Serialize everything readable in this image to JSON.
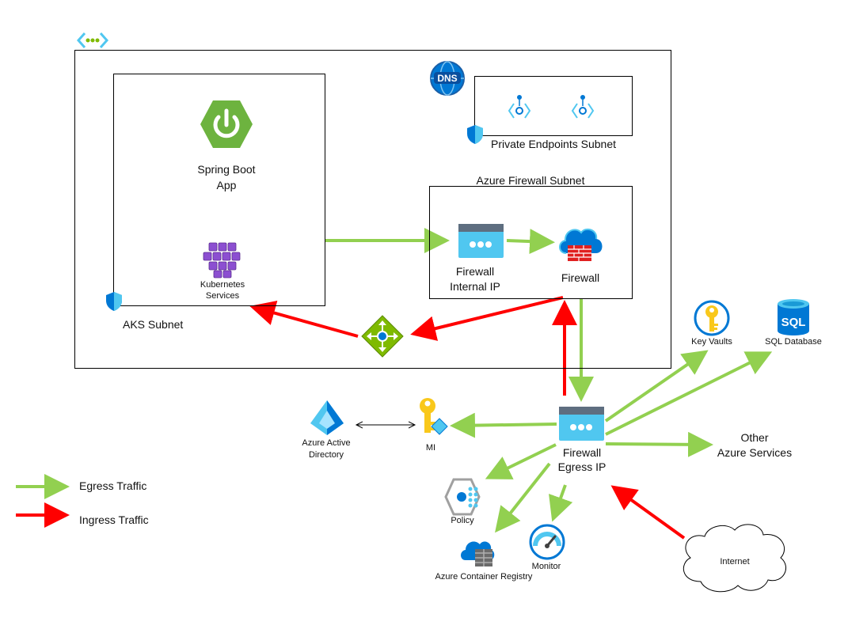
{
  "labels": {
    "aks_subnet": "AKS Subnet",
    "spring_boot_line1": "Spring Boot",
    "spring_boot_line2": "App",
    "kubernetes_line1": "Kubernetes",
    "kubernetes_line2": "Services",
    "private_endpoints_subnet": "Private Endpoints Subnet",
    "azure_firewall_subnet": "Azure Firewall Subnet",
    "firewall_internal_line1": "Firewall",
    "firewall_internal_line2": "Internal IP",
    "firewall": "Firewall",
    "dns": "DNS",
    "key_vaults": "Key Vaults",
    "sql_database": "SQL Database",
    "sql": "SQL",
    "aad_line1": "Azure Active",
    "aad_line2": "Directory",
    "mi": "MI",
    "firewall_egress_line1": "Firewall",
    "firewall_egress_line2": "Egress IP",
    "other_services_line1": "Other",
    "other_services_line2": "Azure Services",
    "policy": "Policy",
    "monitor": "Monitor",
    "acr": "Azure Container Registry",
    "internet": "Internet"
  },
  "legend": {
    "egress": "Egress Traffic",
    "ingress": "Ingress Traffic"
  },
  "colors": {
    "egress": "#92d050",
    "ingress": "#ff0000",
    "azure_blue": "#0078d4",
    "light_blue": "#50c7f0",
    "spring_green": "#6db33f",
    "k8s_purple": "#8c4fd1",
    "key_yellow": "#f9c81b"
  },
  "icons": [
    "vnet-icon",
    "dns-icon",
    "private-endpoint-icon",
    "shield-icon",
    "spring-boot-icon",
    "kubernetes-icon",
    "firewall-ip-icon",
    "firewall-cloud-icon",
    "load-balancer-icon",
    "key-vault-icon",
    "sql-database-icon",
    "azure-ad-icon",
    "managed-identity-icon",
    "policy-icon",
    "acr-icon",
    "monitor-icon",
    "internet-cloud-icon"
  ]
}
